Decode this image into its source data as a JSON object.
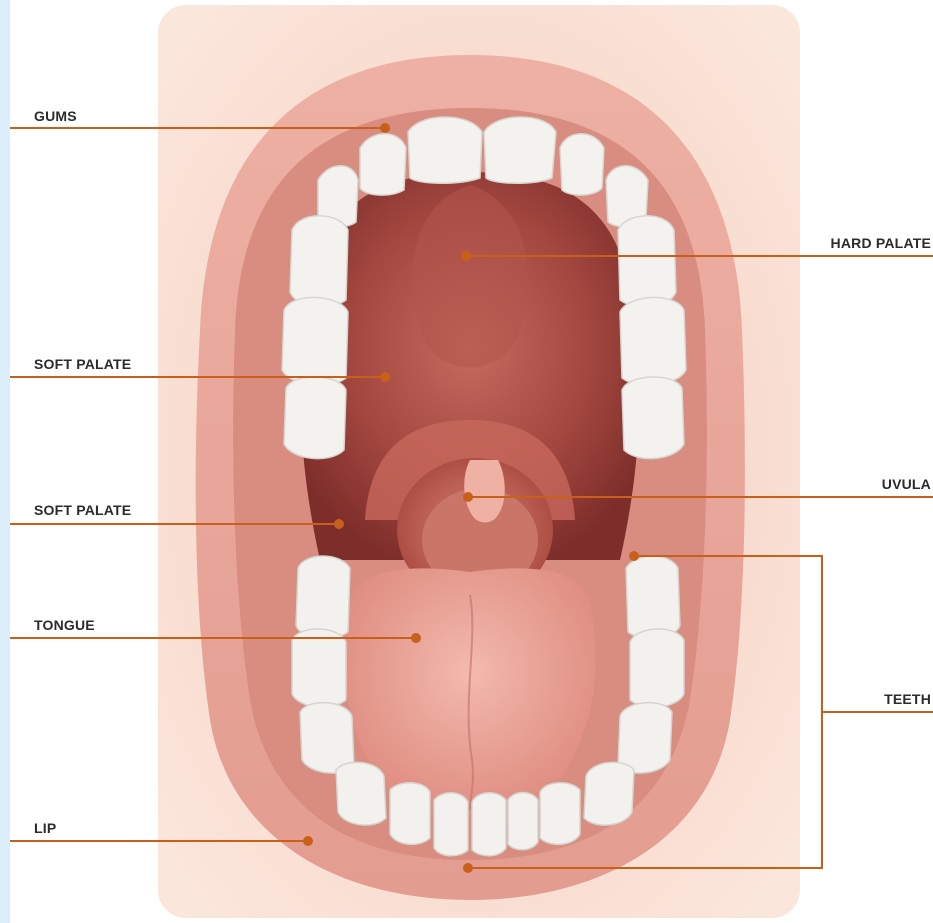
{
  "labels": {
    "gums": "GUMS",
    "hard_palate": "HARD PALATE",
    "soft_palate_1": "SOFT PALATE",
    "uvula": "UVULA",
    "soft_palate_2": "SOFT PALATE",
    "tongue": "TONGUE",
    "teeth": "TEETH",
    "lip": "LIP"
  },
  "colors": {
    "leader_line": "#c8601c",
    "background_stripe": "#dceefa",
    "skin": "#f6d3c4",
    "lip": "#e8a59a",
    "mouth_cavity": "#9b3a34",
    "tongue": "#e59d92",
    "teeth": "#f2f2f0"
  }
}
